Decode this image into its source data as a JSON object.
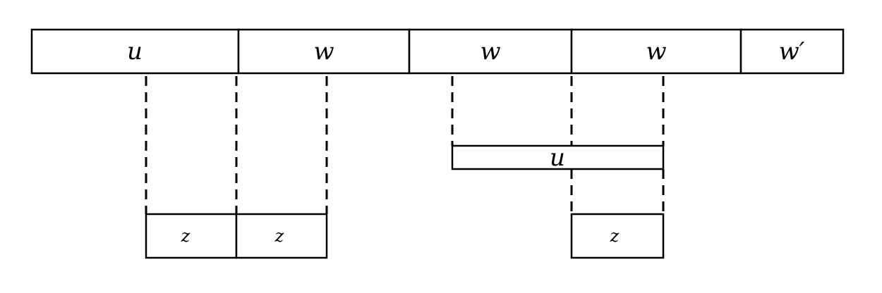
{
  "top_row": {
    "segments": [
      {
        "label": "u"
      },
      {
        "label": "w"
      },
      {
        "label": "w"
      },
      {
        "label": "w"
      },
      {
        "label": "w′"
      }
    ]
  },
  "middle_row": {
    "segments": [
      {
        "label": "u"
      }
    ]
  },
  "bottom_row": {
    "segments": [
      {
        "label": "z"
      },
      {
        "label": "z"
      },
      {
        "label": "z"
      }
    ]
  }
}
